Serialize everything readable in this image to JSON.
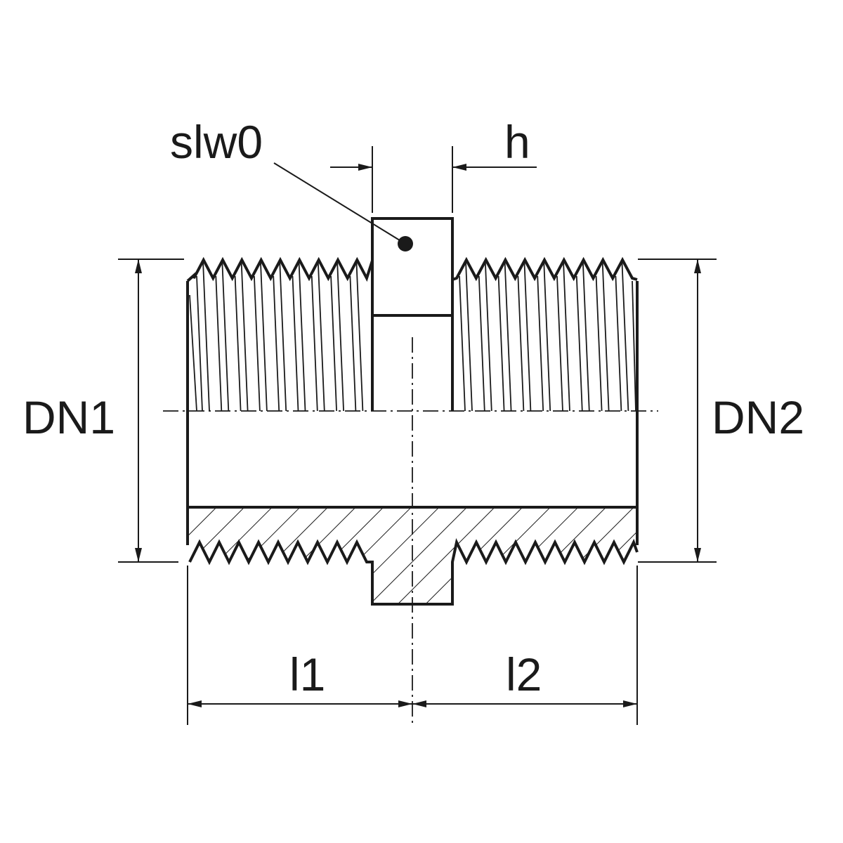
{
  "labels": {
    "callout": "slw0",
    "height": "h",
    "diameter_left": "DN1",
    "diameter_right": "DN2",
    "length_left": "l1",
    "length_right": "l2"
  },
  "colors": {
    "line": "#1a1a1a",
    "background": "#ffffff"
  }
}
